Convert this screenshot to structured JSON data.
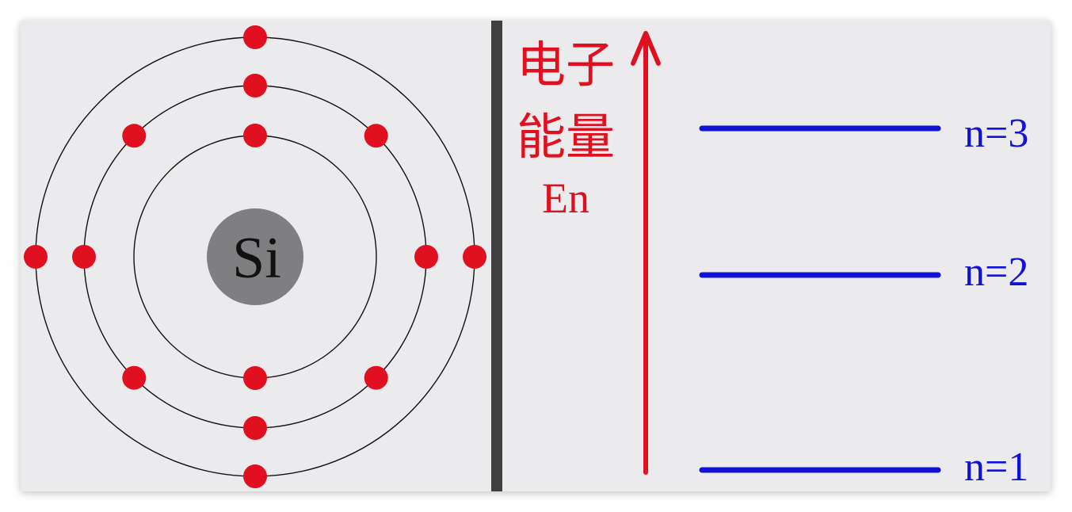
{
  "atom": {
    "nucleus_label": "Si",
    "shells": [
      {
        "electrons": 2
      },
      {
        "electrons": 8
      },
      {
        "electrons": 4
      }
    ]
  },
  "energy_axis": {
    "label_lines": [
      "电子",
      "能量",
      "En"
    ]
  },
  "levels": [
    {
      "label": "n=3"
    },
    {
      "label": "n=2"
    },
    {
      "label": "n=1"
    }
  ],
  "colors": {
    "background": "#ebeaec",
    "electron": "#e01020",
    "orbit": "#111111",
    "nucleus": "#7f7e80",
    "divider": "#404040",
    "axis": "#e01020",
    "level": "#1212d6"
  }
}
